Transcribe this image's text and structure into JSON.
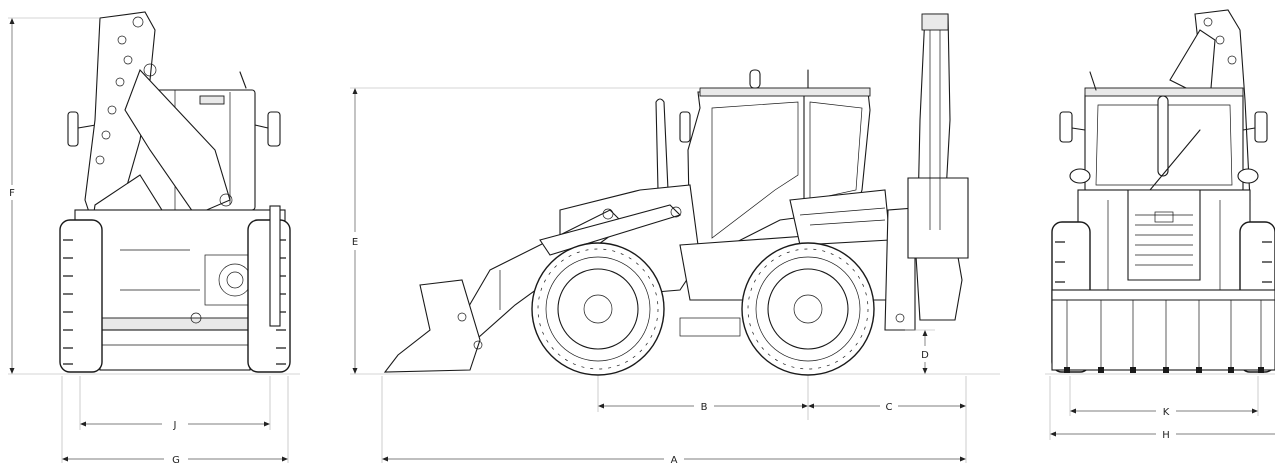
{
  "dimensions": {
    "A": "A",
    "B": "B",
    "C": "C",
    "D": "D",
    "E": "E",
    "F": "F",
    "G": "G",
    "H": "H",
    "J": "J",
    "K": "K"
  }
}
